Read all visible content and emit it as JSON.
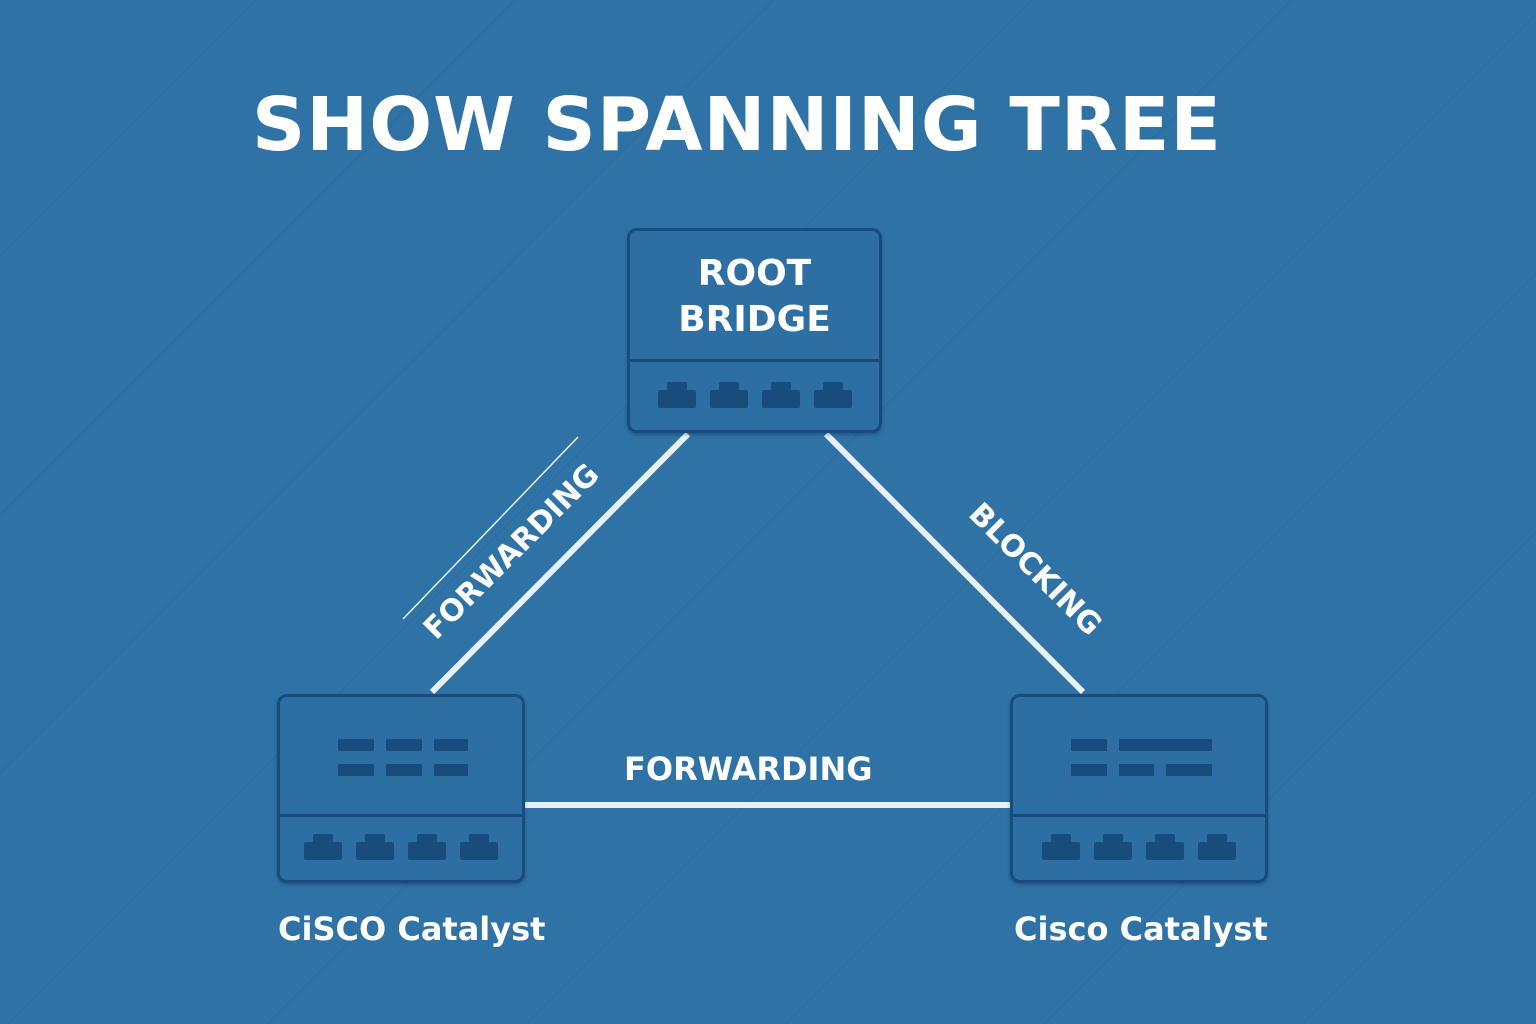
{
  "title": "SHOW SPANNING TREE",
  "colors": {
    "background": "#2f72a6",
    "device_fill": "#2e6fa3",
    "device_border": "#174c7d",
    "link": "#e8f1f8",
    "text": "#ffffff"
  },
  "devices": {
    "root": {
      "label_line1": "ROOT",
      "label_line2": "BRIDGE",
      "ports": 4,
      "icon": "network-switch-icon"
    },
    "left": {
      "label": "CiSCO Catalyst",
      "ports": 4,
      "icon": "network-switch-icon"
    },
    "right": {
      "label": "Cisco Catalyst",
      "ports": 4,
      "icon": "network-switch-icon"
    }
  },
  "links": {
    "root_left": {
      "state": "FORWARDING"
    },
    "root_right": {
      "state": "BLOCKING"
    },
    "left_right": {
      "state": "FORWARDING"
    }
  }
}
